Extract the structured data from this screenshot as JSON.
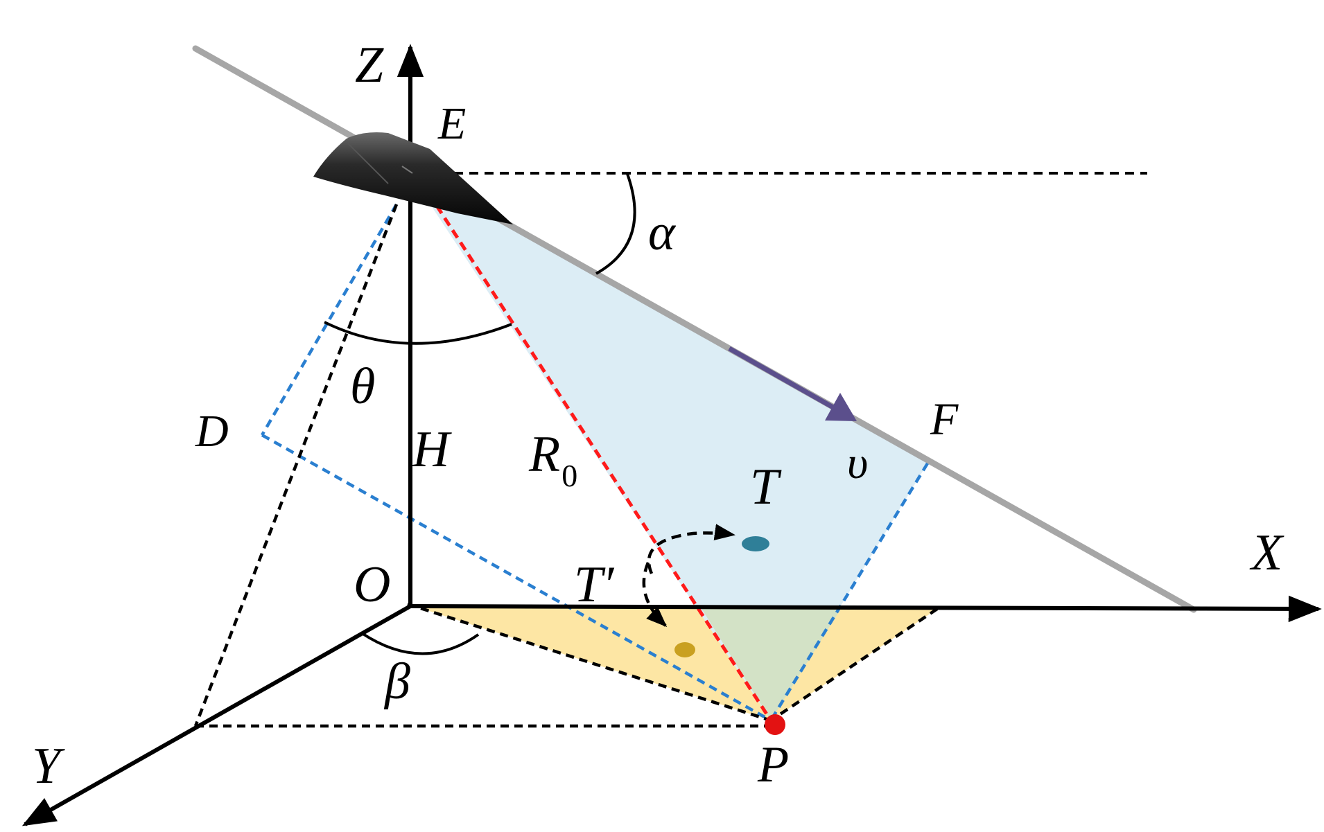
{
  "labels": {
    "z_axis": "Z",
    "x_axis": "X",
    "y_axis": "Y",
    "origin": "O",
    "point_e": "E",
    "point_f": "F",
    "point_d": "D",
    "point_p": "P",
    "target": "T",
    "target_projection": "T′",
    "height": "H",
    "slant_range": "R",
    "slant_range_subscript": "0",
    "velocity": "υ",
    "angle_alpha": "α",
    "angle_theta": "θ",
    "angle_beta": "β"
  },
  "colors": {
    "axis": "#000000",
    "trajectory": "#a6a6a6",
    "slant_range_line": "#ff1a1a",
    "beam_edge": "#2a7fd0",
    "beam_plane_fill": "#dcedf5",
    "ground_footprint_fill": "#fde6a4",
    "overlap_fill": "#d3e2c6",
    "velocity_arrow": "#5b4f8c",
    "target": "#2f7f98",
    "target_projection": "#c9a020",
    "point_p": "#e31212"
  },
  "icons": {
    "vehicle": "hypersonic-vehicle-icon"
  }
}
